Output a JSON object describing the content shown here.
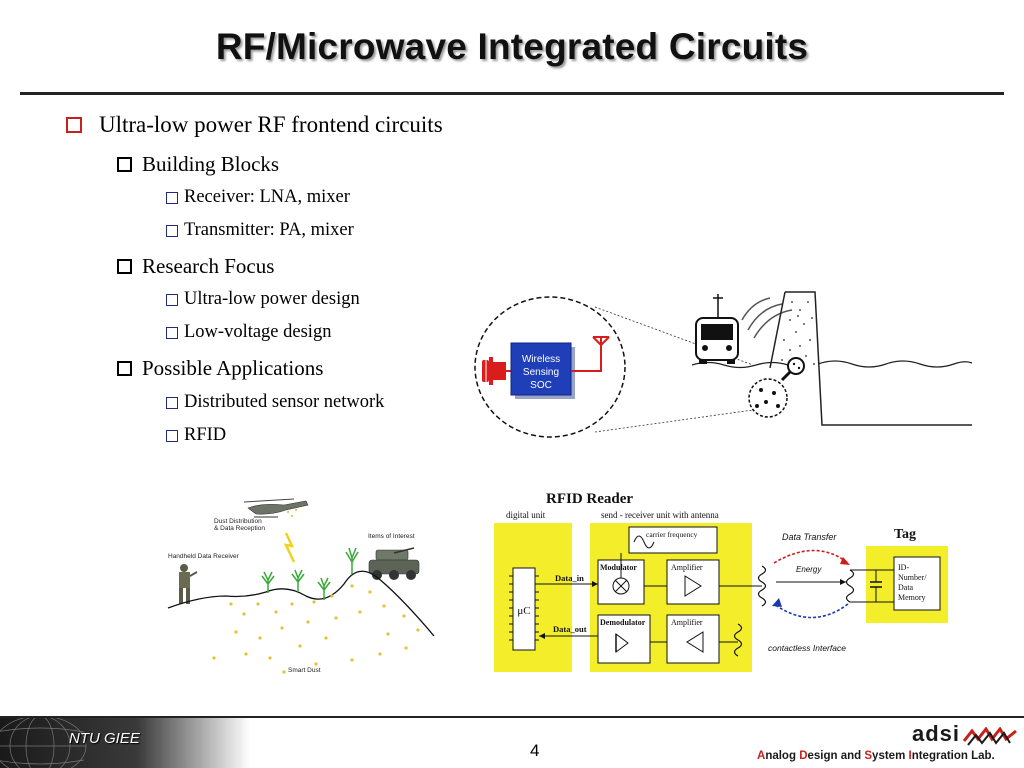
{
  "slide": {
    "title": "RF/Microwave Integrated Circuits",
    "page_number": "4"
  },
  "bullets": {
    "l1": "Ultra-low power RF frontend circuits",
    "building_blocks": "Building Blocks",
    "receiver": "Receiver: LNA, mixer",
    "transmitter": "Transmitter: PA, mixer",
    "research_focus": "Research Focus",
    "ultra_low_power": "Ultra-low power design",
    "low_voltage": "Low-voltage design",
    "possible_apps": "Possible Applications",
    "distributed": "Distributed sensor network",
    "rfid": "RFID"
  },
  "soc_figure": {
    "block_line1": "Wireless",
    "block_line2": "Sensing",
    "block_line3": "SOC"
  },
  "dust_figure": {
    "dust_distribution_1": "Dust Distribution",
    "dust_distribution_2": "& Data Reception",
    "items_of_interest": "Items of Interest",
    "handheld": "Handheld Data Receiver",
    "smart_dust": "Smart Dust"
  },
  "rfid_figure": {
    "title": "RFID Reader",
    "digital_unit": "digital unit",
    "send_receive": "send - receiver unit with antenna",
    "carrier": "carrier frequency",
    "modulator": "Modulator",
    "demodulator": "Demodulator",
    "amplifier_1": "Amplifier",
    "amplifier_2": "Amplifier",
    "data_in": "Data_in",
    "data_out": "Data_out",
    "uc": "μC",
    "data_transfer": "Data Transfer",
    "energy": "Energy",
    "tag": "Tag",
    "tag_mem_1": "ID-",
    "tag_mem_2": "Number/",
    "tag_mem_3": "Data",
    "tag_mem_4": "Memory",
    "contactless": "contactless Interface"
  },
  "footer": {
    "org": "NTU GIEE",
    "logo_word": "adsi",
    "lab_A": "A",
    "lab_1": "nalog ",
    "lab_D": "D",
    "lab_2": "esign and ",
    "lab_S": "S",
    "lab_3": "ystem ",
    "lab_I": "I",
    "lab_4": "ntegration Lab."
  },
  "colors": {
    "bullet_l1": "#c8201a",
    "bullet_l3": "#1f2a88",
    "soc_block": "#1f3fb8",
    "rfid_panel": "#f4ee2a",
    "accent_red": "#c8201a"
  }
}
